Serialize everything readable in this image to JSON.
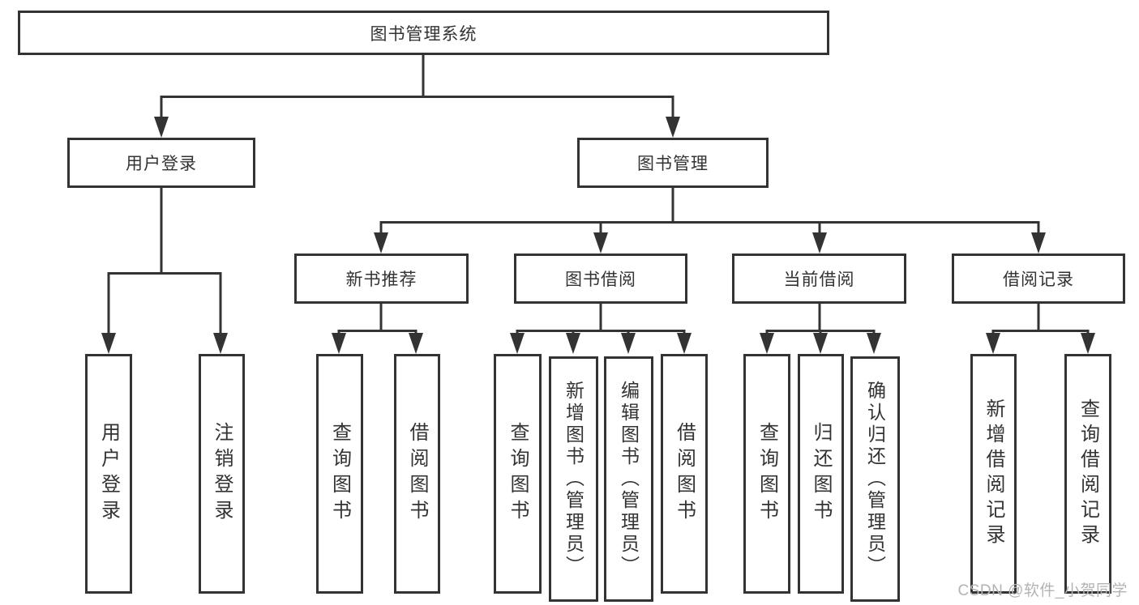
{
  "colors": {
    "line": "#333333",
    "text": "#333333",
    "box_background": "#ffffff",
    "watermark_text": "#b3b3b3"
  },
  "diagram": {
    "root": "图书管理系统",
    "level2": {
      "user_login": "用户登录",
      "book_mgmt": "图书管理"
    },
    "level3": {
      "new_book_rec": "新书推荐",
      "book_borrow": "图书借阅",
      "current_borrow": "当前借阅",
      "borrow_record": "借阅记录"
    },
    "leaves": {
      "user_login": "用户登录",
      "logout": "注销登录",
      "newbook_query": "查询图书",
      "newbook_borrow": "借阅图书",
      "borrow_query": "查询图书",
      "borrow_add": "新增图书（管理员）",
      "borrow_edit": "编辑图书（管理员）",
      "borrow_do": "借阅图书",
      "current_query": "查询图书",
      "current_return": "归还图书",
      "current_confirm": "确认归还（管理员）",
      "record_add": "新增借阅记录",
      "record_query": "查询借阅记录"
    }
  },
  "watermark": "CSDN @软件_小贺同学"
}
